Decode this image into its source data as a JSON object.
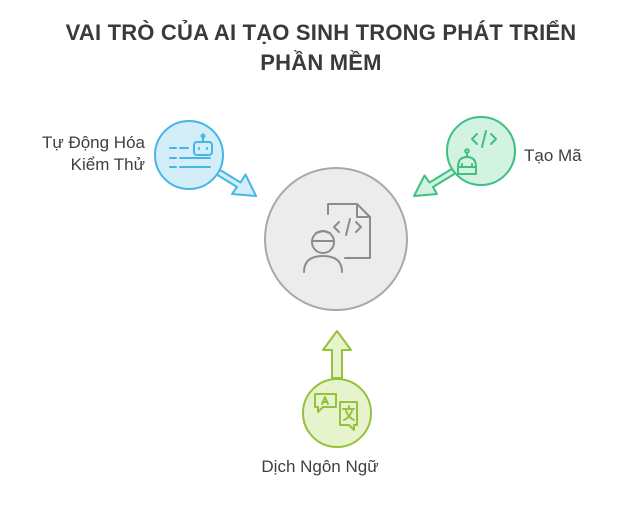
{
  "title": {
    "line1": "VAI TRÒ CỦA AI TẠO SINH TRONG PHÁT TRIỂN",
    "line2": "PHẦN MỀM"
  },
  "nodes": {
    "test_automation": {
      "line1": "Tự Động Hóa",
      "line2": "Kiểm Thử",
      "color": "#46b6e6",
      "fill": "#d3eef9",
      "icon": "robot-checklist-icon"
    },
    "code_generation": {
      "label": "Tạo Mã",
      "color": "#3fbf80",
      "fill": "#d2f2e2",
      "icon": "robot-code-icon"
    },
    "translation": {
      "label": "Dịch Ngôn Ngữ",
      "color": "#94c23a",
      "fill": "#e7f3cd",
      "icon": "translate-icon"
    },
    "center": {
      "color": "#8c8c8c",
      "fill": "#ececec",
      "icon": "developer-code-icon"
    }
  }
}
